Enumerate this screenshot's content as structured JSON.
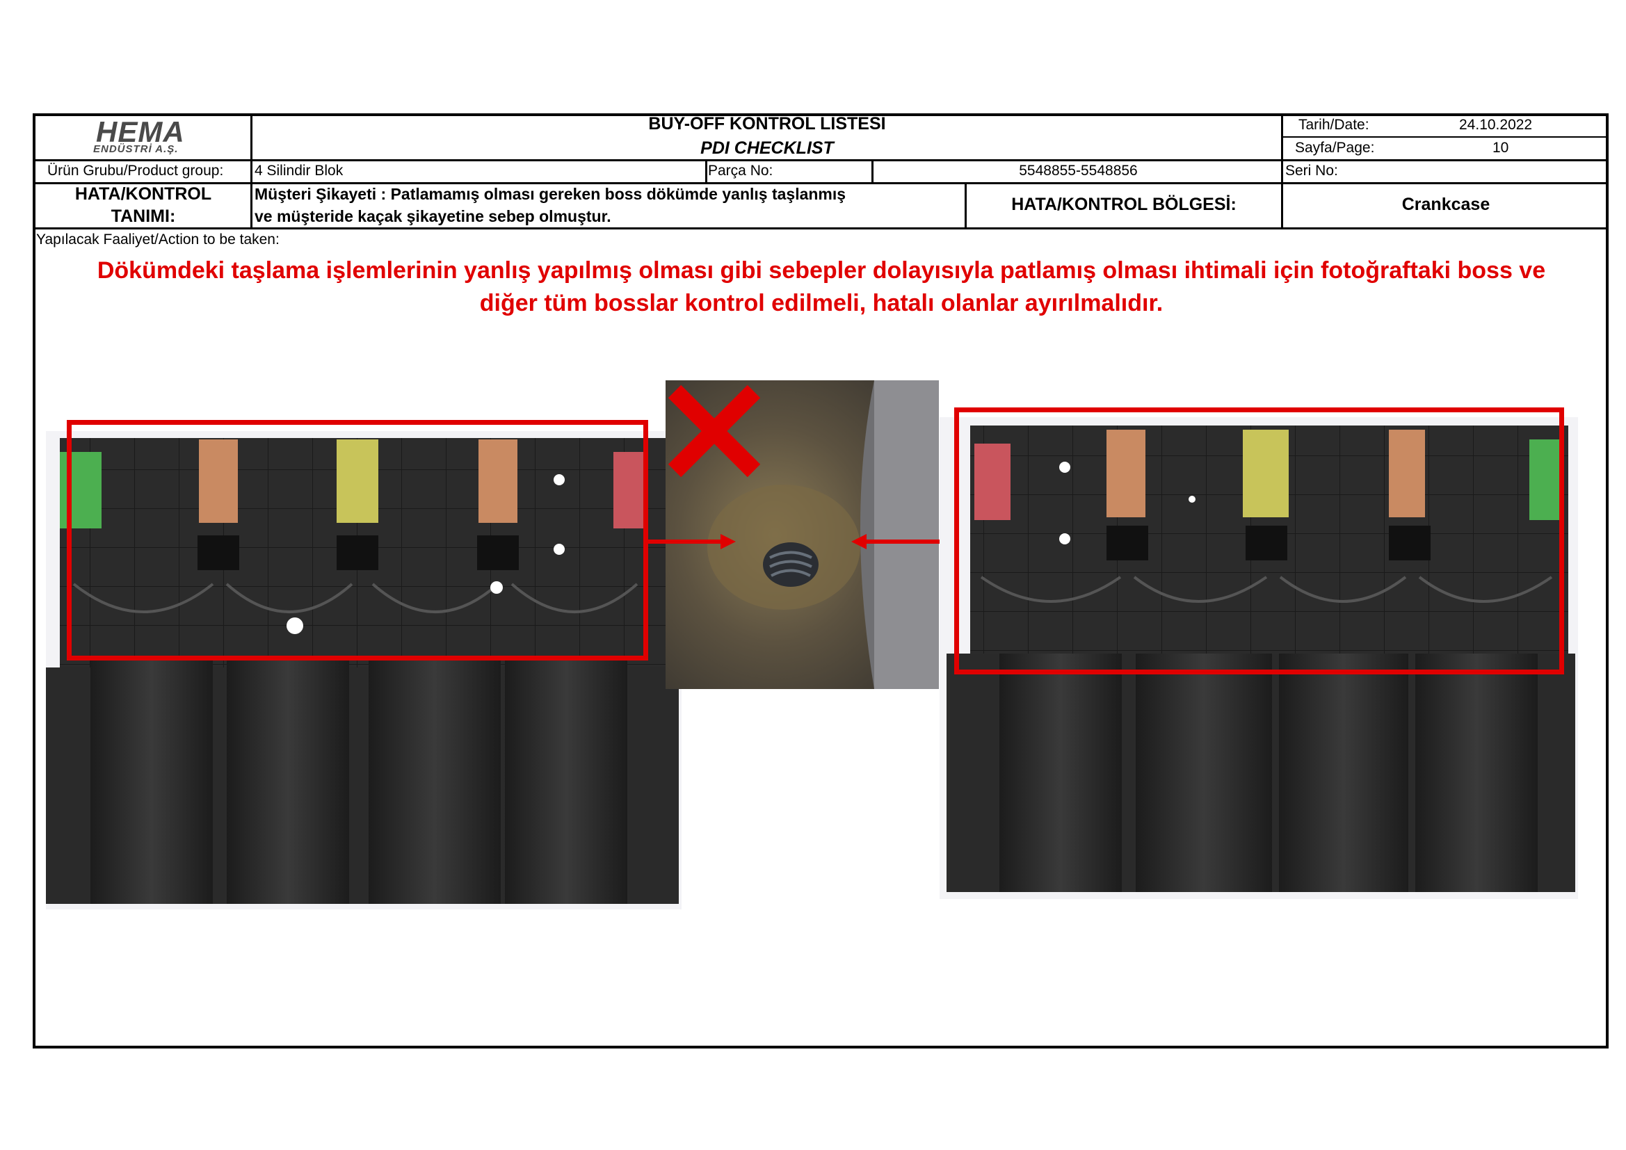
{
  "header": {
    "logo": {
      "name": "HEMA",
      "sub": "ENDÜSTRİ A.Ş."
    },
    "title_tr": "BUY-OFF KONTROL LİSTESİ",
    "title_en": "PDI CHECKLIST",
    "date_label": "Tarih/Date:",
    "date_value": "24.10.2022",
    "page_label": "Sayfa/Page:",
    "page_value": "10"
  },
  "info_row": {
    "product_group_label": "Ürün Grubu/Product group:",
    "product_group_value": "4 Silindir Blok",
    "part_no_label": "Parça No:",
    "part_no_value": "5548855-5548856",
    "serial_label": "Seri No:"
  },
  "defect_row": {
    "definition_label_1": "HATA/KONTROL",
    "definition_label_2": "TANIMI:",
    "complaint_line_1": "Müşteri Şikayeti : Patlamamış olması gereken boss dökümde yanlış taşlanmış",
    "complaint_line_2": "ve müşteride kaçak şikayetine sebep olmuştur.",
    "region_label": "HATA/KONTROL BÖLGESİ:",
    "region_value": "Crankcase"
  },
  "action": {
    "label": "Yapılacak Faaliyet/Action to be taken:",
    "line_1": "Dökümdeki taşlama işlemlerinin yanlış yapılmış olması gibi sebepler dolayısıyla patlamış olması ihtimali için fotoğraftaki boss ve",
    "line_2": "diğer tüm bosslar kontrol edilmeli, hatalı olanlar ayırılmalıdır."
  },
  "colors": {
    "highlight_red": "#e00000",
    "bearing_green": "#4caf50",
    "bearing_copper": "#c98a62",
    "bearing_yellow": "#c8c45a",
    "bearing_red": "#c9555d",
    "casting_dark": "#2a2a2a"
  },
  "icons": [
    "reject-x-icon",
    "arrow-right-icon",
    "arrow-left-icon"
  ]
}
